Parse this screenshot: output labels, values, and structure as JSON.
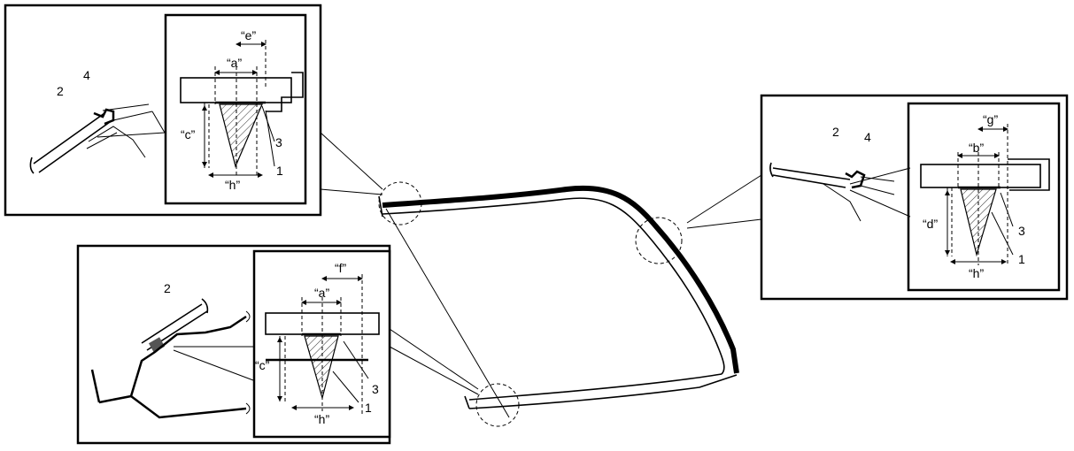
{
  "labels": {
    "dim_a": "“a”",
    "dim_b": "“b”",
    "dim_c": "“c”",
    "dim_d": "“d”",
    "dim_e": "“e”",
    "dim_f": "“f”",
    "dim_g": "“g”",
    "dim_h": "“h”",
    "part_1": "1",
    "part_2": "2",
    "part_3": "3",
    "part_4": "4"
  }
}
